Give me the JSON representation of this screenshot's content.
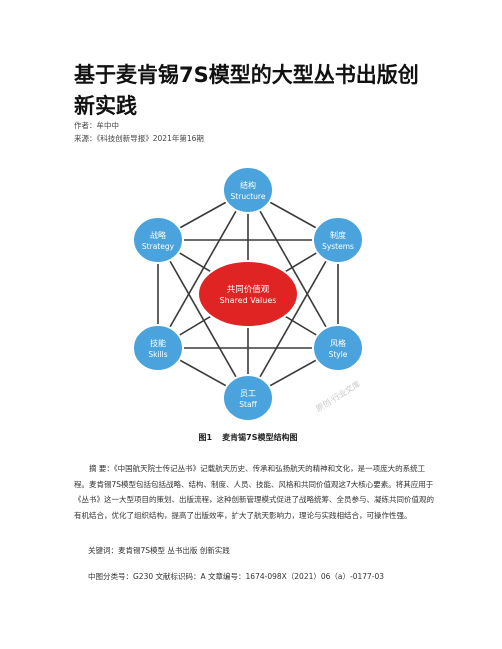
{
  "article": {
    "title": "基于麦肯锡7S模型的大型丛书出版创新实践",
    "author": "作者：牟中中",
    "source": "来源：《科技创新导报》2021年第16期"
  },
  "figure": {
    "center": {
      "cn": "共同价值观",
      "en": "Shared Values"
    },
    "nodes": [
      {
        "id": "structure",
        "cn": "结构",
        "en": "Structure"
      },
      {
        "id": "systems",
        "cn": "制度",
        "en": "Systems"
      },
      {
        "id": "style",
        "cn": "风格",
        "en": "Style"
      },
      {
        "id": "staff",
        "cn": "员工",
        "en": "Staff"
      },
      {
        "id": "skills",
        "cn": "技能",
        "en": "Skills"
      },
      {
        "id": "strategy",
        "cn": "战略",
        "en": "Strategy"
      }
    ],
    "watermark": "原创·行业文库",
    "caption_num": "图1",
    "caption_text": "麦肯锡7S模型结构图",
    "colors": {
      "node": "#4aa3dc",
      "center": "#e02424",
      "line": "#3a3a3a"
    }
  },
  "abstract": "摘 要：《中国航天院士传记丛书》记载航天历史、传承和弘扬航天的精神和文化，是一项庞大的系统工程。麦肯锡7S模型包括包括战略、结构、制度、人员、技能、风格和共同价值观这7大核心要素。将其应用于《丛书》这一大型项目的策划、出版流程，这种创新管理模式促进了战略统筹、全员参与、凝练共同价值观的有机结合，优化了组织结构，提高了出版效率，扩大了航天影响力，理论与实践相结合，可操作性强。",
  "keywords": "关键词：麦肯锡7S模型 丛书出版 创新实践",
  "classification": "中图分类号：G230 文献标识码：A 文章编号：1674-098X（2021）06（a）-0177-03"
}
